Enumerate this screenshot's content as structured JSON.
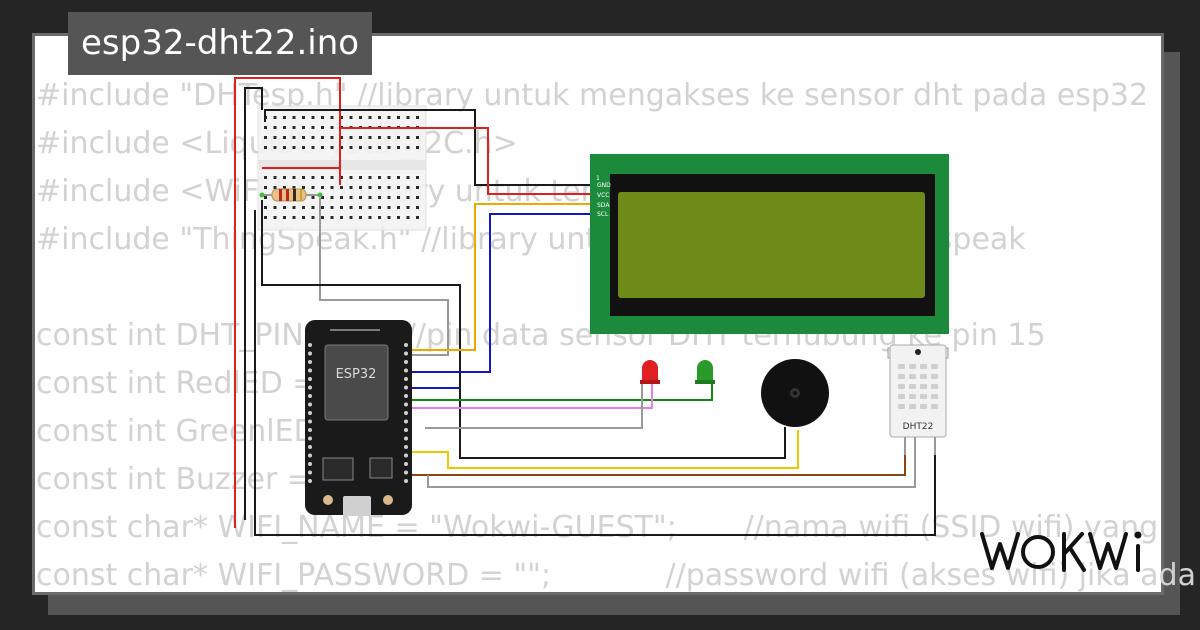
{
  "title": "esp32-dht22.ino",
  "code_lines": [
    "#include \"DHTesp.h\" //library untuk mengakses ke sensor dht pada esp32",
    "#include <LiquidCrystal_I2C.h>",
    "#include <WiFi.h> //library untuk terhubung ke wifi",
    "#include \"ThingSpeak.h\" //library untuk terhubung ke Thingspeak",
    "",
    "const int DHT_PIN = 15; //pin data sensor DHT terhubung ke pin 15",
    "const int RedlED = 4;",
    "const int GreenlED = 2;",
    "const int Buzzer = 5;",
    "const char* WIFI_NAME = \"Wokwi-GUEST\";       //nama wifi (SSID wifi) yang",
    "const char* WIFI_PASSWORD = \"\";            //password wifi (akses wifi) jika ada"
  ],
  "components": {
    "esp32_label": "ESP32",
    "dht_label": "DHT22",
    "lcd_pins": [
      "GND",
      "VCC",
      "SDA",
      "SCL"
    ],
    "lcd_pin1": "1"
  },
  "brand": "WOKWi",
  "colors": {
    "background": "#252525",
    "lcd_board": "#1b8a3b",
    "lcd_screen": "#6e8a18",
    "esp32_board": "#1a1a1a"
  }
}
